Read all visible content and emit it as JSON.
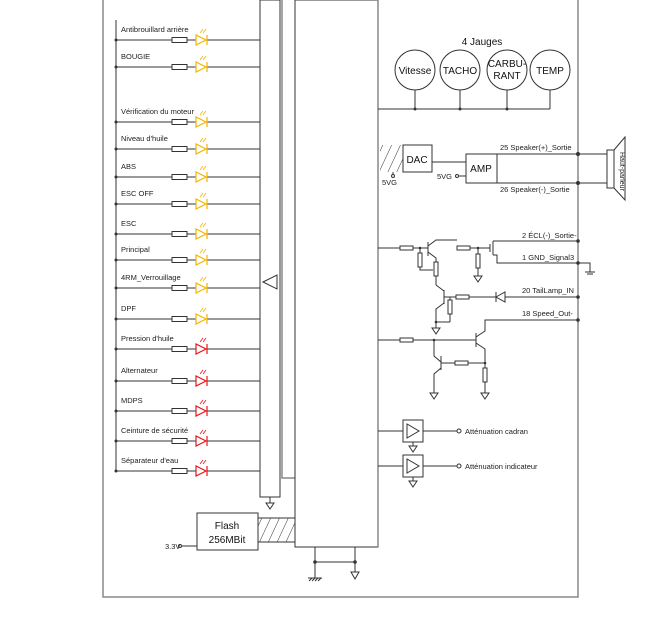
{
  "colors": {
    "amber": "#f5b400",
    "red": "#e8161c",
    "line": "#333333"
  },
  "indicators": [
    {
      "label": "Antibrouillard arrière",
      "led": "amber"
    },
    {
      "label": "BOUGIE",
      "led": "amber"
    },
    {
      "label": "Vérification du moteur",
      "led": "amber"
    },
    {
      "label": "Niveau d'huile",
      "led": "amber"
    },
    {
      "label": "ABS",
      "led": "amber"
    },
    {
      "label": "ESC OFF",
      "led": "amber"
    },
    {
      "label": "ESC",
      "led": "amber"
    },
    {
      "label": "Principal",
      "led": "amber"
    },
    {
      "label": "4RM_Verrouillage",
      "led": "amber"
    },
    {
      "label": "DPF",
      "led": "amber"
    },
    {
      "label": "Pression d'huile",
      "led": "red"
    },
    {
      "label": "Alternateur",
      "led": "red"
    },
    {
      "label": "MDPS",
      "led": "red"
    },
    {
      "label": "Ceinture de sécurité",
      "led": "red"
    },
    {
      "label": "Séparateur d'eau",
      "led": "red"
    }
  ],
  "gauges": {
    "title": "4 Jauges",
    "items": [
      [
        "Vitesse"
      ],
      [
        "TACHO"
      ],
      [
        "CARBU-",
        "RANT"
      ],
      [
        "TEMP"
      ]
    ]
  },
  "audio": {
    "dac": "DAC",
    "amp": "AMP",
    "vdac": "5VG",
    "vamp": "5VG",
    "pos": "25 Speaker(+)_Sortie",
    "neg": "26 Speaker(-)_Sortie",
    "speaker": "Haut-parleur"
  },
  "pins": {
    "ecl": "2 ÉCL(-)_Sortie-",
    "gnd": "1 GND_Signal3",
    "tail": "20 TailLamp_IN",
    "speed": "18 Speed_Out-"
  },
  "dimming": {
    "dial": "Atténuation cadran",
    "indicator": "Atténuation indicateur"
  },
  "flash": {
    "line1": "Flash",
    "line2": "256MBit",
    "supply": "3.3V"
  }
}
